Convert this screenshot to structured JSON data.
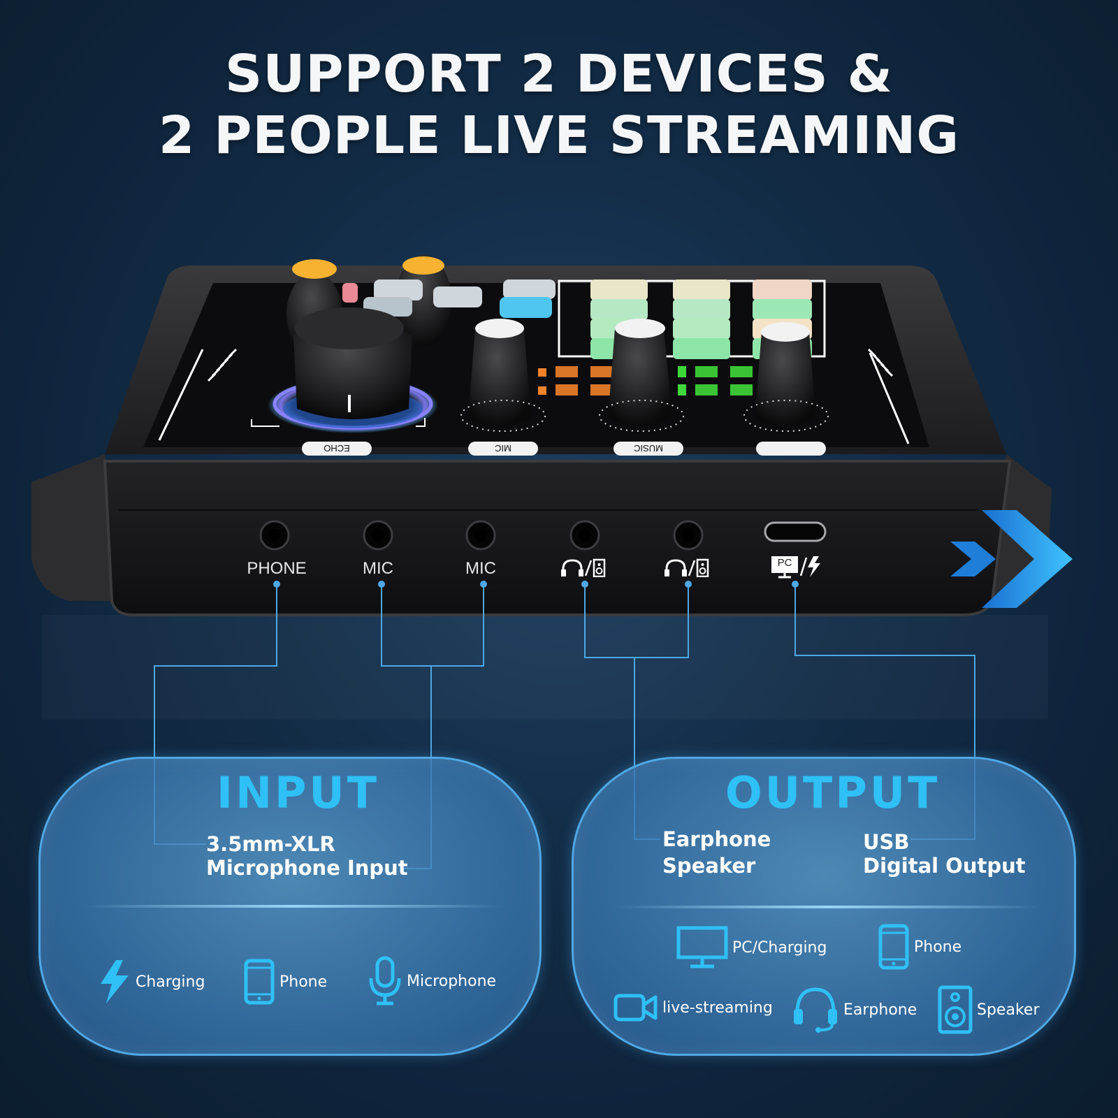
{
  "headline": {
    "line1": "SUPPORT 2 DEVICES &",
    "line2": "2 PEOPLE LIVE STREAMING"
  },
  "device": {
    "knob_labels": [
      "ECHO",
      "MIC",
      "MUSIC"
    ],
    "ports": [
      {
        "label": "PHONE"
      },
      {
        "label": "MIC"
      },
      {
        "label": "MIC"
      },
      {
        "icon": "headphone-speaker-icon"
      },
      {
        "icon": "headphone-speaker-icon"
      },
      {
        "icon": "pc-charging-icon",
        "label": "PC"
      }
    ]
  },
  "input_panel": {
    "title": "INPUT",
    "desc_line1": "3.5mm-XLR",
    "desc_line2": "Microphone Input",
    "features": [
      {
        "icon": "lightning-icon",
        "label": "Charging"
      },
      {
        "icon": "phone-icon",
        "label": "Phone"
      },
      {
        "icon": "microphone-icon",
        "label": "Microphone"
      }
    ]
  },
  "output_panel": {
    "title": "OUTPUT",
    "left_line1": "Earphone",
    "left_line2": "Speaker",
    "right_line1": "USB",
    "right_line2": "Digital Output",
    "features": [
      {
        "icon": "monitor-icon",
        "label": "PC/Charging"
      },
      {
        "icon": "phone-icon",
        "label": "Phone"
      },
      {
        "icon": "video-camera-icon",
        "label": "live-streaming"
      },
      {
        "icon": "headset-icon",
        "label": "Earphone"
      },
      {
        "icon": "speaker-icon",
        "label": "Speaker"
      }
    ]
  },
  "colors": {
    "accent": "#2fc0f5",
    "line": "#4fa8e6",
    "background": "#122b45"
  }
}
